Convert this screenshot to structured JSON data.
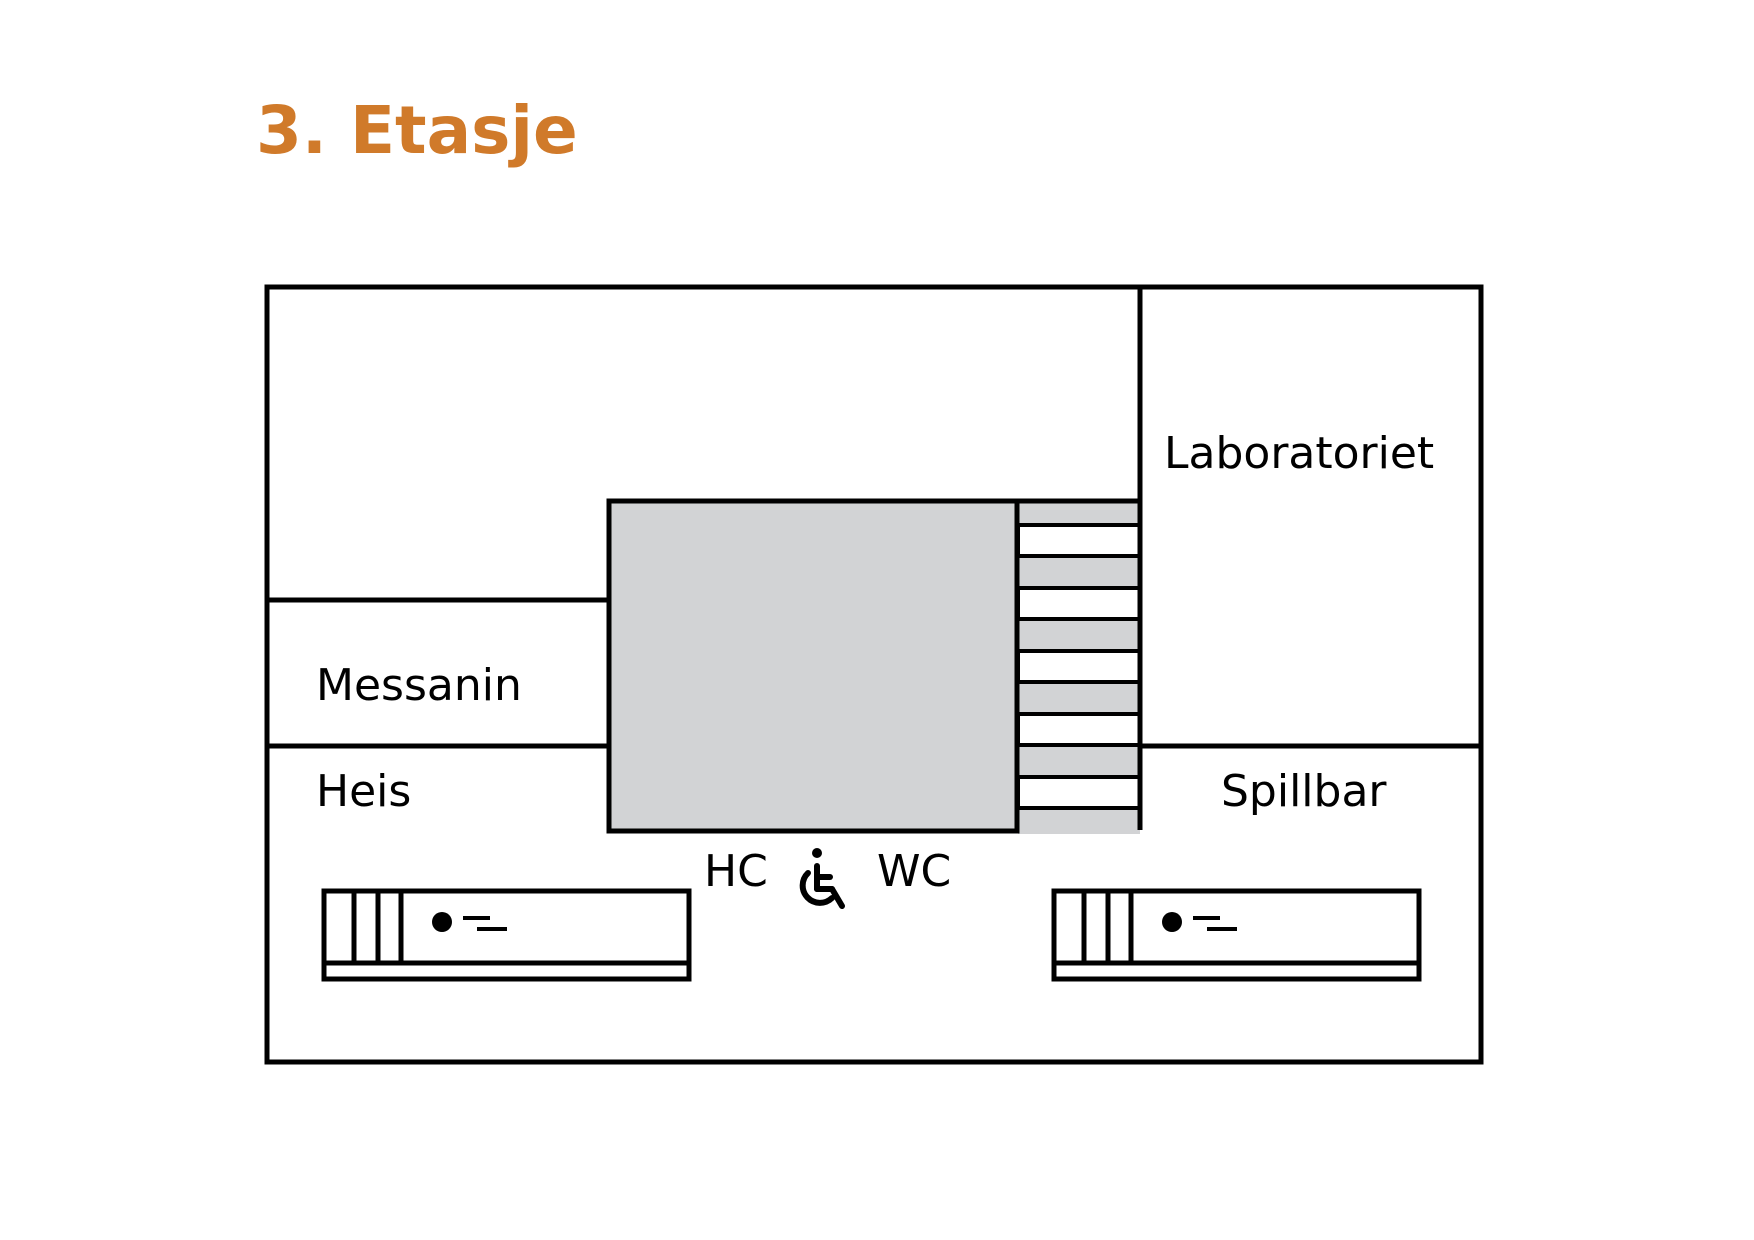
{
  "title": "3. Etasje",
  "colors": {
    "title": "#d07a2a",
    "walls": "#000000",
    "void_fill": "#d2d3d5",
    "background": "#ffffff"
  },
  "rooms": {
    "laboratoriet": "Laboratoriet",
    "messanin": "Messanin",
    "heis": "Heis",
    "spillbar": "Spillbar"
  },
  "facilities": {
    "hc": "HC",
    "wc": "WC",
    "accessibility_icon": "wheelchair-icon"
  },
  "elevator_icons": [
    "elevator-icon",
    "elevator-icon"
  ]
}
